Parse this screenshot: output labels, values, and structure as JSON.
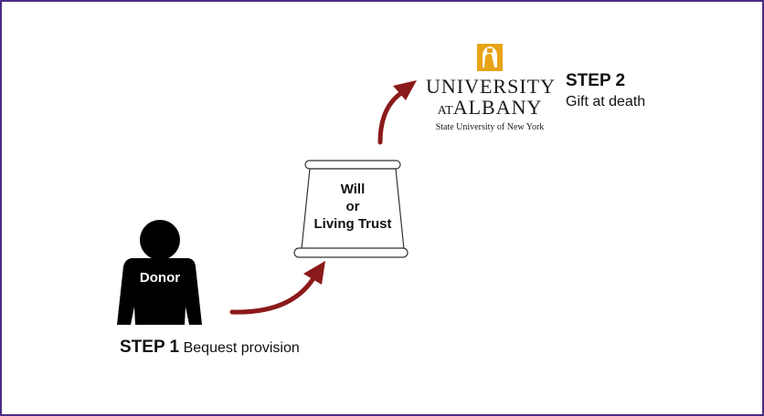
{
  "donor": {
    "label": "Donor"
  },
  "document": {
    "line1": "Will",
    "line2": "or",
    "line3": "Living Trust"
  },
  "step1": {
    "title": "STEP 1",
    "description": "Bequest provision"
  },
  "step2": {
    "title": "STEP 2",
    "description": "Gift at death"
  },
  "logo": {
    "line1": "UNIVERSITY",
    "line2_small": "AT",
    "line2_large": "ALBANY",
    "subtitle": "State University of New York"
  },
  "colors": {
    "frame": "#4b2e83",
    "arrow": "#8b1a1a",
    "logo_gold": "#e8a417",
    "donor": "#000000"
  },
  "icons": {
    "logo": "minerva-logo-icon"
  }
}
